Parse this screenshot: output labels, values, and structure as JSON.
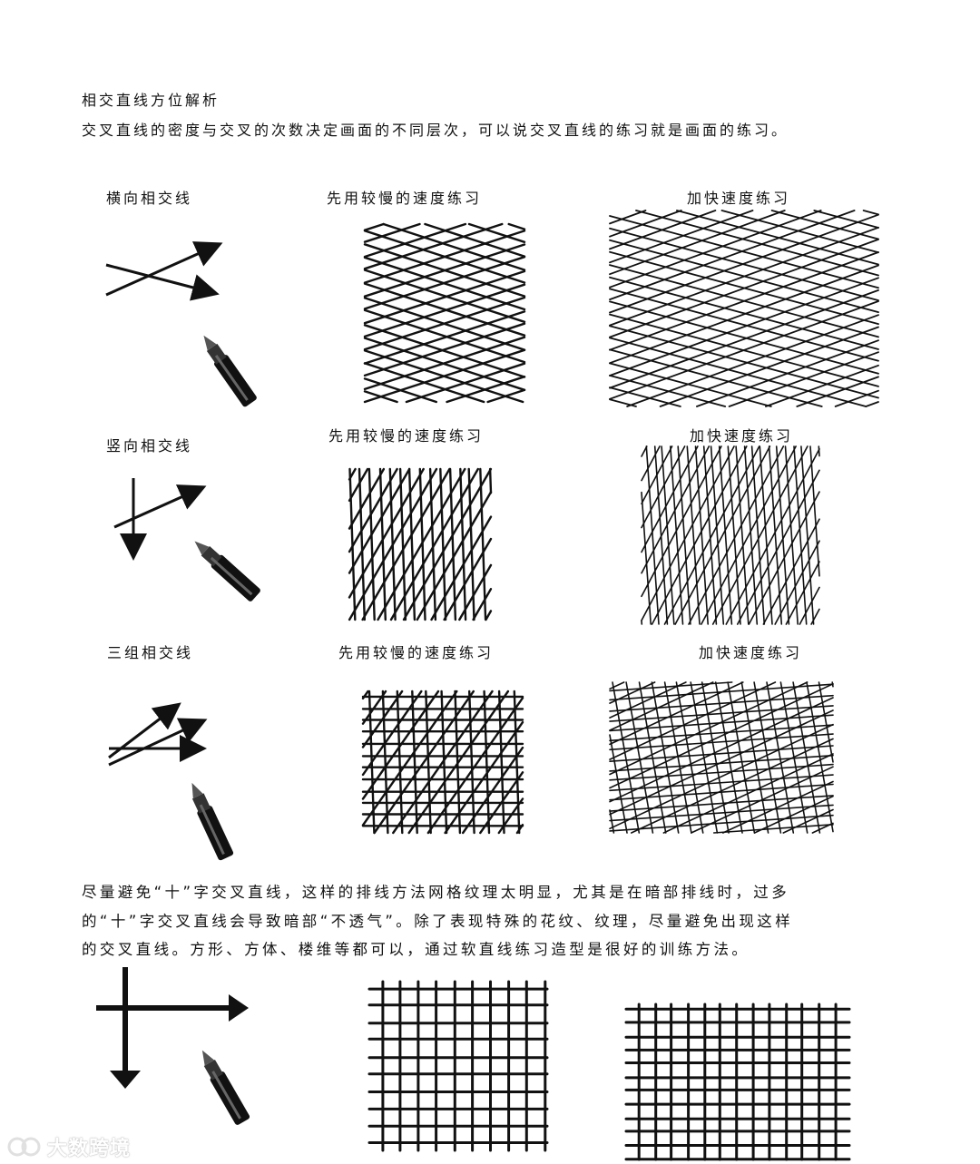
{
  "heading": "相交直线方位解析",
  "intro": "交叉直线的密度与交叉的次数决定画面的不同层次，可以说交叉直线的练习就是画面的练习。",
  "rows": [
    {
      "label": "横向相交线",
      "slow_label": "先用较慢的速度练习",
      "fast_label": "加快速度练习"
    },
    {
      "label": "竖向相交线",
      "slow_label": "先用较慢的速度练习",
      "fast_label": "加快速度练习"
    },
    {
      "label": "三组相交线",
      "slow_label": "先用较慢的速度练习",
      "fast_label": "加快速度练习"
    }
  ],
  "paragraph": [
    "尽量避免“十”字交叉直线，这样的排线方法网格纹理太明显，尤其是在暗部排线时，过多",
    "的“十”字交叉直线会导致暗部“不透气”。除了表现特殊的花纹、纹理，尽量避免出现这样",
    "的交叉直线。方形、方体、楼维等都可以，通过软直线练习造型是很好的训练方法。"
  ],
  "watermark": "大数跨境",
  "icons": [
    "arrow-diagram-icon",
    "marker-pen-icon",
    "watermark-logo-icon"
  ],
  "colors": {
    "ink": "#111111",
    "background": "#ffffff"
  }
}
